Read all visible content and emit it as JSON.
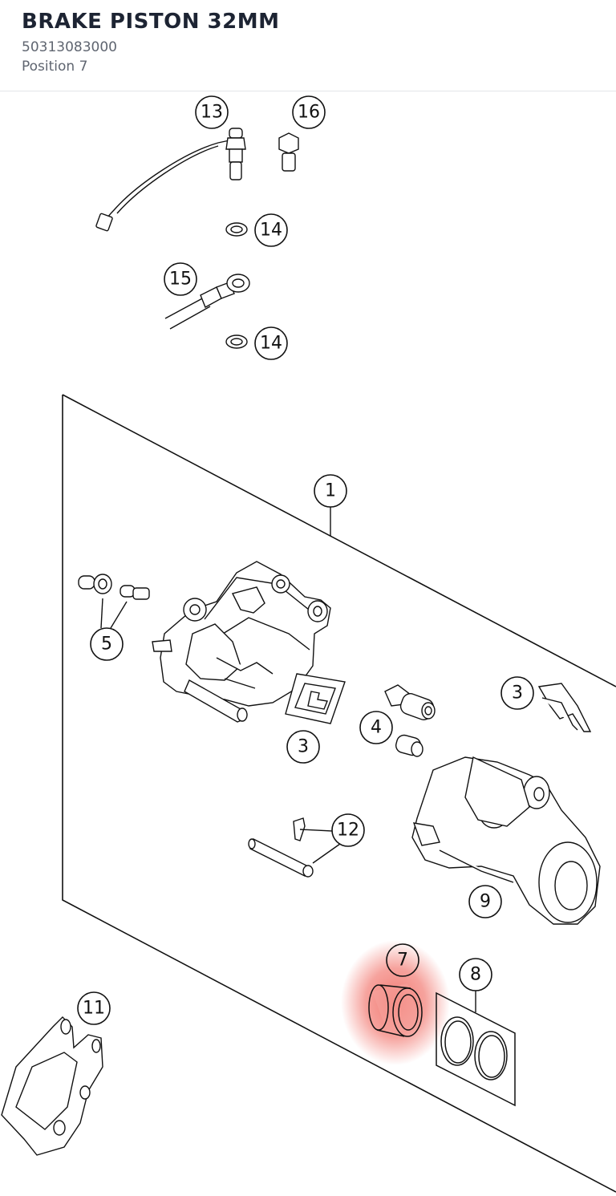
{
  "header": {
    "title": "BRAKE PISTON 32MM",
    "part_number": "50313083000",
    "position": "Position 7"
  },
  "diagram": {
    "highlight_color": "#f0655c",
    "selected_callout": "7",
    "callouts": [
      "13",
      "16",
      "14",
      "15",
      "14",
      "1",
      "5",
      "3",
      "4",
      "3",
      "12",
      "9",
      "7",
      "8",
      "11"
    ]
  }
}
